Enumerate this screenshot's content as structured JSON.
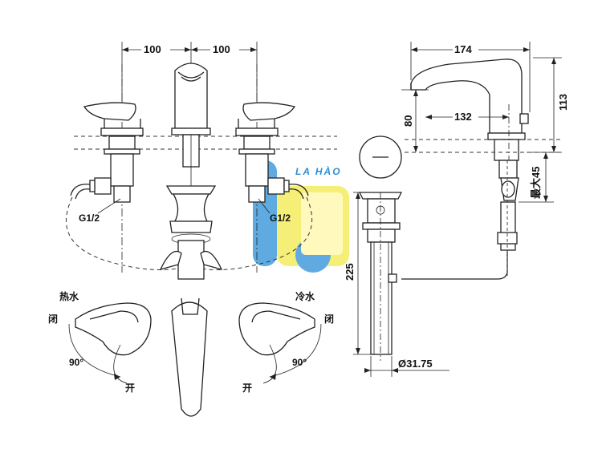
{
  "dimensions": {
    "left_spacing": "100",
    "right_spacing": "100",
    "spout_length": "174",
    "spout_reach": "132",
    "spout_height": "80",
    "total_height": "113",
    "max_thickness": "最大45",
    "drain_length": "225",
    "drain_diameter": "Ø31.75"
  },
  "labels": {
    "connection_left": "G1/2",
    "connection_right": "G1/2",
    "hot_water": "热水",
    "cold_water": "冷水",
    "close_left": "闭",
    "close_right": "闭",
    "open_left": "开",
    "open_right": "开",
    "angle_left": "90°",
    "angle_right": "90°"
  },
  "watermark": {
    "text": "LA HÀO",
    "colors": {
      "blue": "#2a8fd8",
      "yellow": "#f2e94a"
    }
  }
}
